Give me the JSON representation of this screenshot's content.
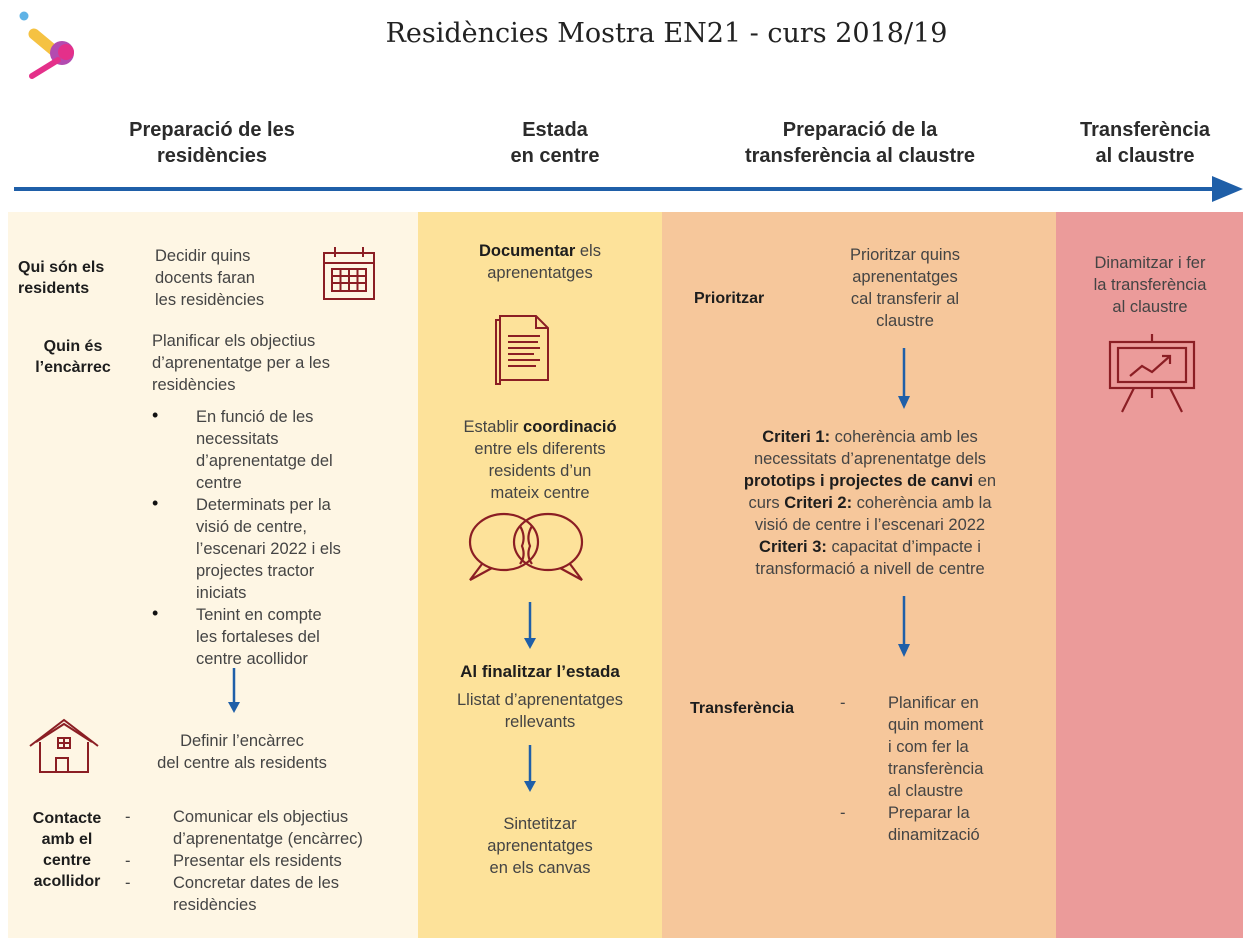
{
  "title": "Residències  Mostra EN21 - curs 2018/19",
  "phases": [
    {
      "line1": "Preparació de les",
      "line2": "residències"
    },
    {
      "line1": "Estada",
      "line2": "en centre"
    },
    {
      "line1": "Preparació de la",
      "line2": "transferència al claustre"
    },
    {
      "line1": "Transferència",
      "line2": "al claustre"
    }
  ],
  "colors": {
    "col1": "#fef6e4",
    "col2": "#fde29a",
    "col3": "#f6c79b",
    "col4": "#eb9b9a",
    "arrow": "#1f5fa8",
    "icon": "#8b1e24"
  },
  "col1": {
    "qui_label_1": "Qui són els",
    "qui_label_2": "residents",
    "qui_text": [
      "Decidir quins",
      "docents faran",
      "les residències"
    ],
    "quin_label_1": "Quin és",
    "quin_label_2": "l’encàrrec",
    "quin_text": [
      "Planificar els objectius",
      "d’aprenentatge per a les",
      "residències"
    ],
    "bullets": [
      [
        "En funció de les",
        "necessitats",
        "d’aprenentatge del",
        "centre"
      ],
      [
        "Determinats per la",
        "visió de centre,",
        "l’escenari 2022 i els",
        "projectes tractor",
        "iniciats"
      ],
      [
        "Tenint en compte",
        "les fortaleses del",
        "centre acollidor"
      ]
    ],
    "definir": [
      "Definir l’encàrrec",
      "del centre als residents"
    ],
    "contacte_label": [
      "Contacte",
      "amb el",
      "centre",
      "acollidor"
    ],
    "contacte_items": [
      [
        "Comunicar els objectius",
        "d’aprenentatge (encàrrec)"
      ],
      [
        "Presentar els residents"
      ],
      [
        "Concretar dates de les",
        "residències"
      ]
    ]
  },
  "col2": {
    "doc_bold": "Documentar",
    "doc_rest1": " els",
    "doc_rest2": "aprenentatges",
    "coord_pre": "Establir ",
    "coord_bold": "coordinació",
    "coord_rest": [
      "entre els diferents",
      "residents d’un",
      "mateix centre"
    ],
    "final_label": "Al finalitzar l’estada",
    "llistat": [
      "Llistat d’aprenentatges",
      "rellevants"
    ],
    "sintetitzar": [
      "Sintetitzar",
      "aprenentatges",
      "en els canvas"
    ]
  },
  "col3": {
    "prioritzar_label": "Prioritzar",
    "prioritzar_text": [
      "Prioritzar quins",
      "aprenentatges",
      "cal transferir al",
      "claustre"
    ],
    "c1_label": "Criteri 1:",
    "c1_text_a": " coherència amb les",
    "c1_text_b": "necessitats d’aprenentatge dels",
    "c1_bold": "prototips i projectes de canvi",
    "c1_text_c": " en",
    "c1_text_d": "curs ",
    "c2_label": "Criteri 2:",
    "c2_text_a": " coherència amb la",
    "c2_text_b": "visió de centre i l’escenari 2022",
    "c3_label": "Criteri 3:",
    "c3_text_a": " capacitat d’impacte i",
    "c3_text_b": "transformació a nivell de centre",
    "transf_label": "Transferència",
    "transf_items": [
      [
        "Planificar en",
        "quin moment",
        "i com fer la",
        "transferència",
        "al claustre"
      ],
      [
        "Preparar la",
        "dinamització"
      ]
    ]
  },
  "col4": {
    "text": [
      "Dinamitzar i fer",
      "la transferència",
      "al claustre"
    ]
  }
}
